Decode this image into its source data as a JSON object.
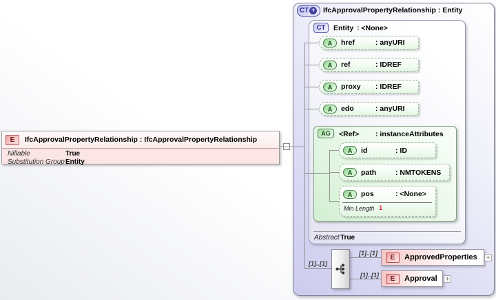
{
  "colors": {
    "element_pink": "#f6c7c7",
    "complex_lavender": "#cccbed",
    "attribute_green": "#a9e3a9",
    "facet_value_red": "#d03030",
    "connector_grey": "#8f8f8f"
  },
  "root_element": {
    "badge": "E",
    "title": "IfcApprovalPropertyRelationship : IfcApprovalPropertyRelationship",
    "properties": [
      {
        "label": "Nillable",
        "value": "True"
      },
      {
        "label": "Substitution Group",
        "value": "Entity"
      }
    ]
  },
  "complex_type": {
    "badge": "CT",
    "badge_plus": "+",
    "title": "IfcApprovalPropertyRelationship : Entity",
    "base_type": {
      "badge": "CT",
      "name": "Entity",
      "type": ": <None>",
      "attributes": [
        {
          "badge": "A",
          "name": "href",
          "type": ": anyURI"
        },
        {
          "badge": "A",
          "name": "ref",
          "type": ": IDREF"
        },
        {
          "badge": "A",
          "name": "proxy",
          "type": ": IDREF"
        },
        {
          "badge": "A",
          "name": "edo",
          "type": ": anyURI"
        }
      ],
      "attribute_group": {
        "badge": "AG",
        "name": "<Ref>",
        "type": ": instanceAttributes",
        "attributes": [
          {
            "badge": "A",
            "name": "id",
            "type": ": ID"
          },
          {
            "badge": "A",
            "name": "path",
            "type": ": NMTOKENS"
          },
          {
            "badge": "A",
            "name": "pos",
            "type": ": <None>",
            "facet": {
              "label": "Min Length",
              "value": "1"
            }
          }
        ]
      },
      "facet": {
        "label": "Abstract",
        "value": "True"
      }
    },
    "sequence": {
      "cardinality": "[1]..[1]",
      "children": [
        {
          "badge": "E",
          "name": "ApprovedProperties",
          "cardinality": "[1]..[1]",
          "expand": "+"
        },
        {
          "badge": "E",
          "name": "Approval",
          "cardinality": "[1]..[1]",
          "expand": "+"
        }
      ]
    }
  }
}
